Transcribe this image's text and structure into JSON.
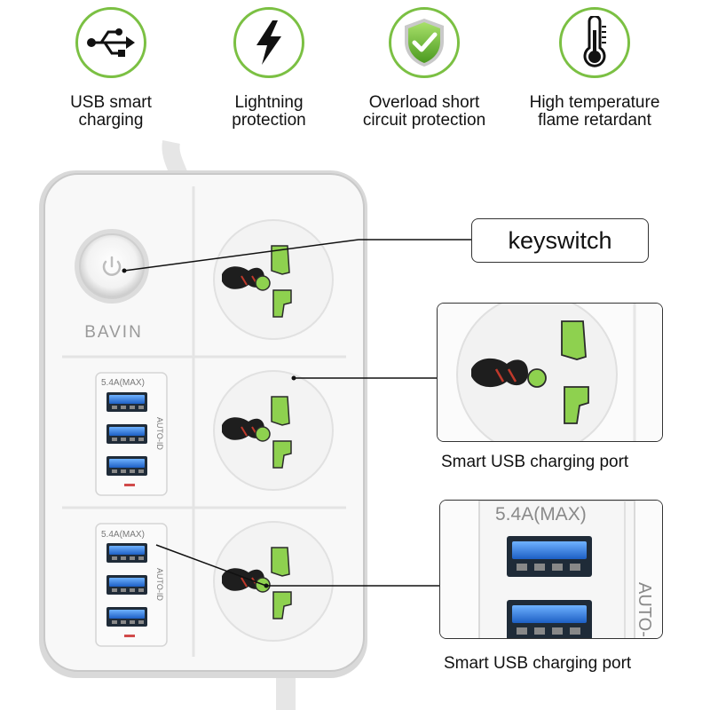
{
  "features": [
    {
      "icon": "usb-icon",
      "label": "USB smart\ncharging"
    },
    {
      "icon": "lightning-icon",
      "label": "Lightning\nprotection"
    },
    {
      "icon": "shield-check-icon",
      "label": "Overload short\ncircuit protection"
    },
    {
      "icon": "thermometer-icon",
      "label": "High temperature\nflame retardant"
    }
  ],
  "product": {
    "brand": "BAVIN",
    "usb_rating_top": "5.4A(MAX)",
    "usb_rating_bottom": "5.4A(MAX)",
    "auto_id_top": "AUTO-ID",
    "auto_id_bottom": "AUTO-ID"
  },
  "callouts": {
    "keyswitch": "keyswitch",
    "socket_caption": "Smart USB charging port",
    "usb_caption": "Smart USB charging port",
    "usb_zoom_rating": "5.4A(MAX)",
    "usb_zoom_auto": "AUTO-"
  },
  "colors": {
    "accent_green": "#7bc043",
    "socket_green": "#8ed14f",
    "usb_blue": "#2f7fe0",
    "body_white": "#f7f7f7"
  }
}
